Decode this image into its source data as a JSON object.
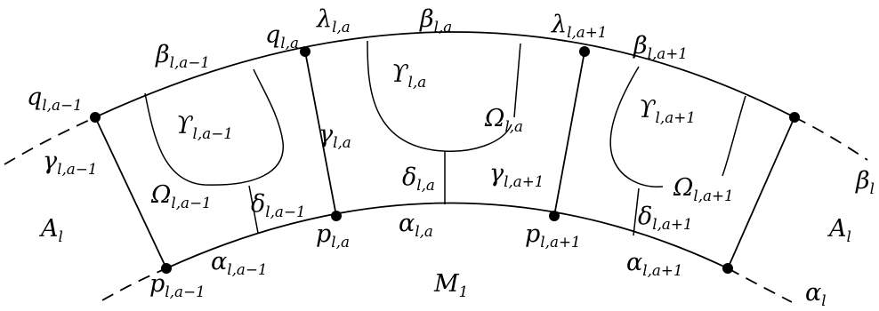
{
  "labels": {
    "q_a_minus1": {
      "sym": "q",
      "sub": "l,a−1"
    },
    "q_a": {
      "sym": "q",
      "sub": "l,a"
    },
    "lambda_a": {
      "sym": "λ",
      "sub": "l,a"
    },
    "beta_a": {
      "sym": "β",
      "sub": "l,a"
    },
    "lambda_a_plus1": {
      "sym": "λ",
      "sub": "l,a+1"
    },
    "beta_a_minus1": {
      "sym": "β",
      "sub": "l,a−1"
    },
    "beta_a_plus1": {
      "sym": "β",
      "sub": "l,a+1"
    },
    "upsilon_a": {
      "sym": "ϒ",
      "sub": "l,a"
    },
    "upsilon_a_minus1": {
      "sym": "ϒ",
      "sub": "l,a−1"
    },
    "upsilon_a_plus1": {
      "sym": "ϒ",
      "sub": "l,a+1"
    },
    "omega_a": {
      "sym": "Ω",
      "sub": "l,a"
    },
    "omega_a_minus1": {
      "sym": "Ω",
      "sub": "l,a−1"
    },
    "omega_a_plus1": {
      "sym": "Ω",
      "sub": "l,a+1"
    },
    "gamma_a": {
      "sym": "γ",
      "sub": "l,a"
    },
    "gamma_a_minus1": {
      "sym": "γ",
      "sub": "l,a−1"
    },
    "gamma_a_plus1": {
      "sym": "γ",
      "sub": "l,a+1"
    },
    "delta_a": {
      "sym": "δ",
      "sub": "l,a"
    },
    "delta_a_minus1": {
      "sym": "δ",
      "sub": "l,a−1"
    },
    "delta_a_plus1": {
      "sym": "δ",
      "sub": "l,a+1"
    },
    "p_a": {
      "sym": "p",
      "sub": "l,a"
    },
    "p_a_minus1": {
      "sym": "p",
      "sub": "l,a−1"
    },
    "p_a_plus1": {
      "sym": "p",
      "sub": "l,a+1"
    },
    "alpha_a": {
      "sym": "α",
      "sub": "l,a"
    },
    "alpha_a_minus1": {
      "sym": "α",
      "sub": "l,a−1"
    },
    "alpha_a_plus1": {
      "sym": "α",
      "sub": "l,a+1"
    },
    "A_left": {
      "sym": "A",
      "sub": "l"
    },
    "A_right": {
      "sym": "A",
      "sub": "l"
    },
    "M1": {
      "sym": "M",
      "sub": "1"
    },
    "beta_l": {
      "sym": "β",
      "sub": "l"
    },
    "alpha_l": {
      "sym": "α",
      "sub": "l"
    }
  }
}
